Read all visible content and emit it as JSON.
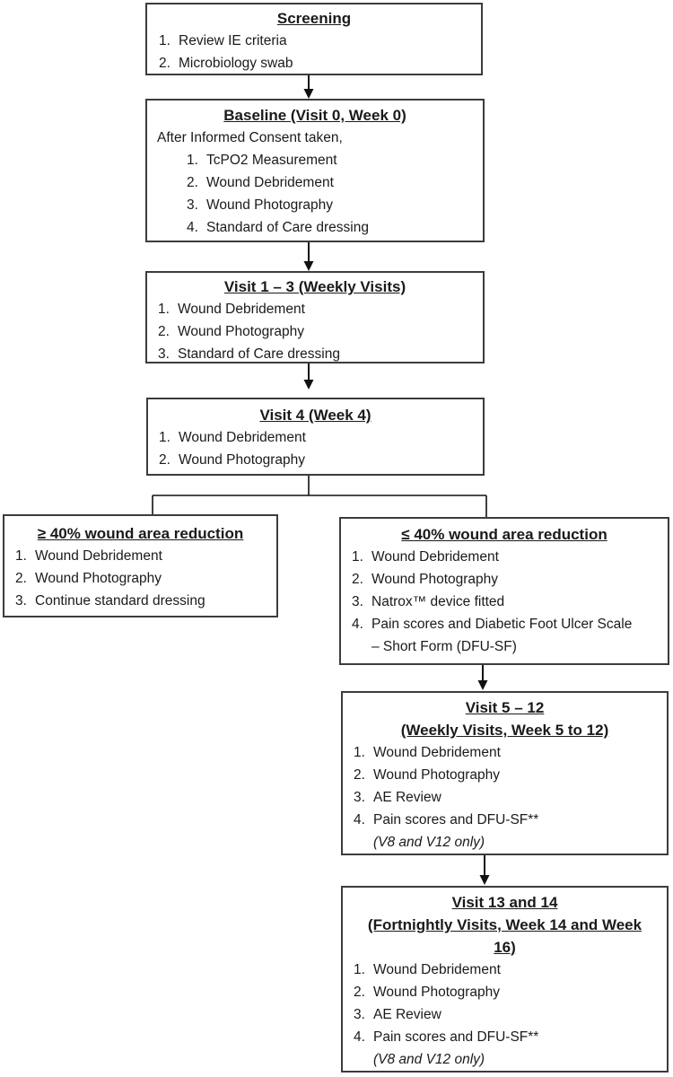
{
  "colors": {
    "background": "#ffffff",
    "box-border": "#3c3c3c",
    "text": "#1a1a1a",
    "arrow": "#111111"
  },
  "boxes": {
    "screening": {
      "title": "Screening",
      "items": [
        {
          "num": "1.",
          "text": "Review IE criteria"
        },
        {
          "num": "2.",
          "text": "Microbiology swab"
        }
      ]
    },
    "baseline": {
      "title": "Baseline (Visit 0, Week 0)",
      "intro": "After Informed Consent taken,",
      "items": [
        {
          "num": "1.",
          "text": "TcPO2 Measurement"
        },
        {
          "num": "2.",
          "text": "Wound Debridement"
        },
        {
          "num": "3.",
          "text": "Wound Photography"
        },
        {
          "num": "4.",
          "text": "Standard of Care dressing"
        }
      ]
    },
    "visit1_3": {
      "title": "Visit 1 – 3 (Weekly Visits)",
      "items": [
        {
          "num": "1.",
          "text": "Wound Debridement"
        },
        {
          "num": "2.",
          "text": "Wound Photography"
        },
        {
          "num": "3.",
          "text": "Standard of Care dressing"
        }
      ]
    },
    "visit4": {
      "title": "Visit 4 (Week 4)",
      "items": [
        {
          "num": "1.",
          "text": "Wound Debridement"
        },
        {
          "num": "2.",
          "text": "Wound Photography"
        }
      ]
    },
    "ge40": {
      "title": "≥ 40% wound area reduction",
      "items": [
        {
          "num": "1.",
          "text": "Wound Debridement"
        },
        {
          "num": "2.",
          "text": "Wound Photography"
        },
        {
          "num": "3.",
          "text": "Continue standard dressing"
        }
      ]
    },
    "le40": {
      "title": "≤ 40% wound area reduction",
      "items": [
        {
          "num": "1.",
          "text": "Wound Debridement"
        },
        {
          "num": "2.",
          "text": "Wound Photography"
        },
        {
          "num": "3.",
          "text": "Natrox™ device fitted"
        },
        {
          "num": "4.",
          "text": "Pain scores and Diabetic Foot Ulcer Scale",
          "line2": "– Short Form (DFU-SF)"
        }
      ]
    },
    "visit5_12": {
      "title_line1": "Visit 5 – 12",
      "title_line2": "(Weekly Visits, Week 5 to 12)",
      "items": [
        {
          "num": "1.",
          "text": "Wound Debridement"
        },
        {
          "num": "2.",
          "text": "Wound Photography"
        },
        {
          "num": "3.",
          "text": "AE Review"
        },
        {
          "num": "4.",
          "text": "Pain scores and DFU-SF**",
          "note": "(V8 and V12 only)"
        }
      ]
    },
    "visit13_14": {
      "title_line1": "Visit 13 and 14",
      "title_line2": "(Fortnightly Visits, Week 14 and Week",
      "title_line3": "16)",
      "items": [
        {
          "num": "1.",
          "text": "Wound Debridement"
        },
        {
          "num": "2.",
          "text": "Wound Photography"
        },
        {
          "num": "3.",
          "text": "AE Review"
        },
        {
          "num": "4.",
          "text": "Pain scores and DFU-SF**",
          "note": "(V8 and V12 only)"
        }
      ]
    }
  }
}
